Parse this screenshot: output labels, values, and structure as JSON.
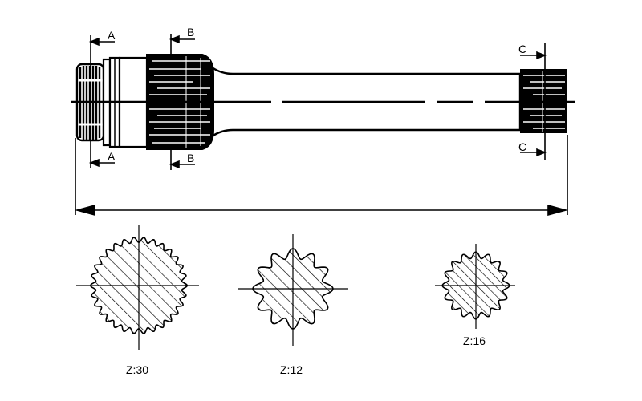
{
  "sections": {
    "a": "A",
    "b": "B",
    "c": "C"
  },
  "profiles": [
    {
      "label": "Z:30",
      "teeth": 30
    },
    {
      "label": "Z:12",
      "teeth": 12
    },
    {
      "label": "Z:16",
      "teeth": 16
    }
  ],
  "colors": {
    "ink": "#000000",
    "paper": "#ffffff"
  }
}
